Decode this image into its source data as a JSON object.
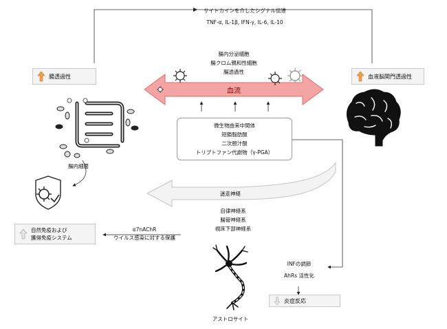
{
  "top": {
    "signal_label": "サイトカインを介したシグナル伝達",
    "cytokines": "TNF-α, IL-1β, IFN-γ, IL-6, IL-10"
  },
  "boxes": {
    "gut_permeability": "腸透過性",
    "bbb_permeability": "血液脳関門透過性",
    "immune_line1": "自然免疫および",
    "immune_line2": "獲得免疫システム",
    "inflammation": "炎症反応"
  },
  "center": {
    "cells": [
      "腸内分泌細胞",
      "腸クロム親和性細胞",
      "腸透過性"
    ],
    "bloodstream": "血流",
    "metabolites": [
      "微生物由来中間体",
      "短鎖脂肪酸",
      "二次胆汁酸",
      "トリプトファン代謝物（γ-PGA）"
    ]
  },
  "labels": {
    "gut_bacteria": "腸内細菌",
    "vagus": "迷走神経",
    "nervous": [
      "自律神経系",
      "腸管神経系",
      "視床下部神経系"
    ],
    "a7_line1": "α7nAChR",
    "a7_line2": "ウイルス感染に対する保護",
    "inf_regulation": "INFの調節",
    "ahr": "AhRs 活性化",
    "astrocyte": "アストロサイト"
  },
  "colors": {
    "blood_arrow": "#f5a4a4",
    "blood_arrow_edge": "#e06a6a",
    "up_arrow": "#f0a245",
    "gray_arrow": "#bfbfbf",
    "box_bg": "#f4f4f4"
  },
  "icons": {
    "intestine": "intestine-icon",
    "brain": "brain-icon",
    "shield": "shield-virus-icon",
    "astrocyte": "astrocyte-icon",
    "virus": "virus-icon"
  }
}
